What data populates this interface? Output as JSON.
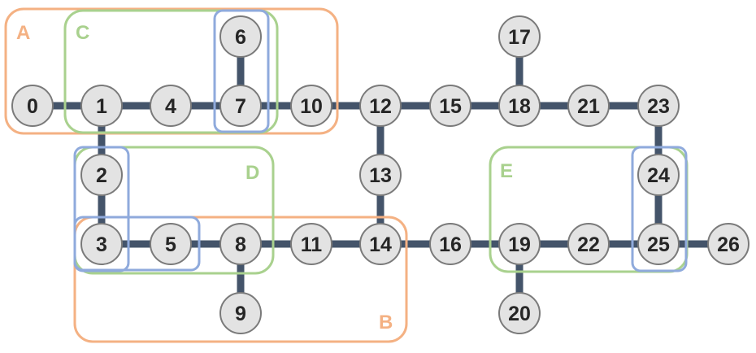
{
  "colors": {
    "edge": "#44546a",
    "node_fill": "#e3e3e3",
    "node_stroke": "#7a7a7a",
    "orange": "#f4b183",
    "green": "#a9d18e",
    "blue": "#8faadc"
  },
  "nodes": [
    "0",
    "1",
    "2",
    "3",
    "4",
    "5",
    "6",
    "7",
    "8",
    "9",
    "10",
    "11",
    "12",
    "13",
    "14",
    "15",
    "16",
    "17",
    "18",
    "19",
    "20",
    "21",
    "22",
    "23",
    "24",
    "25",
    "26"
  ],
  "edges": [
    [
      "0",
      "1"
    ],
    [
      "1",
      "4"
    ],
    [
      "4",
      "7"
    ],
    [
      "7",
      "10"
    ],
    [
      "10",
      "12"
    ],
    [
      "12",
      "15"
    ],
    [
      "15",
      "18"
    ],
    [
      "18",
      "21"
    ],
    [
      "21",
      "23"
    ],
    [
      "6",
      "7"
    ],
    [
      "17",
      "18"
    ],
    [
      "1",
      "2"
    ],
    [
      "2",
      "3"
    ],
    [
      "12",
      "13"
    ],
    [
      "13",
      "14"
    ],
    [
      "23",
      "24"
    ],
    [
      "24",
      "25"
    ],
    [
      "3",
      "5"
    ],
    [
      "5",
      "8"
    ],
    [
      "8",
      "11"
    ],
    [
      "11",
      "14"
    ],
    [
      "14",
      "16"
    ],
    [
      "16",
      "19"
    ],
    [
      "19",
      "22"
    ],
    [
      "22",
      "25"
    ],
    [
      "25",
      "26"
    ],
    [
      "8",
      "9"
    ],
    [
      "19",
      "20"
    ]
  ],
  "regions": [
    {
      "label": "A",
      "color": "orange"
    },
    {
      "label": "B",
      "color": "orange"
    },
    {
      "label": "C",
      "color": "green"
    },
    {
      "label": "D",
      "color": "green"
    },
    {
      "label": "E",
      "color": "green"
    },
    {
      "label": "",
      "color": "blue"
    },
    {
      "label": "",
      "color": "blue"
    },
    {
      "label": "",
      "color": "blue"
    },
    {
      "label": "",
      "color": "blue"
    }
  ]
}
